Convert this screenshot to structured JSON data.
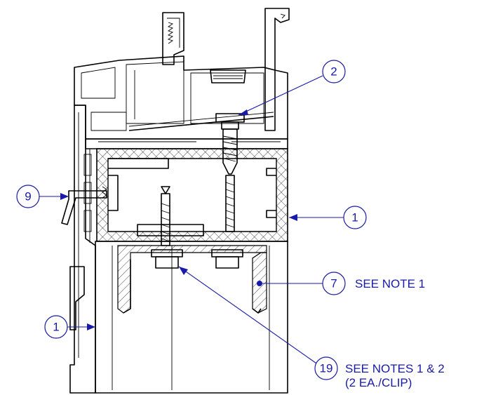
{
  "callouts": [
    {
      "id": "c2",
      "number": "2",
      "note": ""
    },
    {
      "id": "c9",
      "number": "9",
      "note": ""
    },
    {
      "id": "c1a",
      "number": "1",
      "note": ""
    },
    {
      "id": "c7",
      "number": "7",
      "note": "SEE NOTE 1"
    },
    {
      "id": "c1b",
      "number": "1",
      "note": ""
    },
    {
      "id": "c19",
      "number": "19",
      "note": "SEE NOTES 1 & 2",
      "note2": "(2 EA./CLIP)"
    }
  ],
  "colors": {
    "callout": "#1a1aa8",
    "linework": "#000000"
  }
}
